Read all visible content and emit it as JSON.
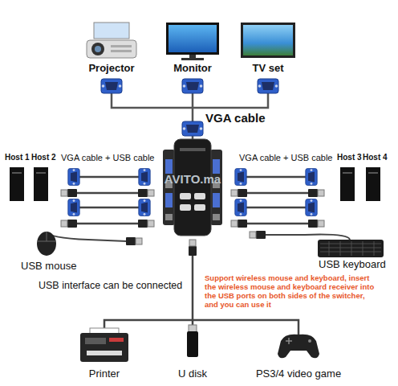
{
  "diagram": {
    "labels": [
      "Projector",
      "Monitor",
      "TV set",
      "VGA cable",
      "Host 1",
      "Host 2",
      "VGA cable + USB cable",
      "VGA cable + USB cable",
      "Host 3",
      "Host 4",
      "AVITO.ma",
      "USB mouse",
      "USB keyboard",
      "Support wireless mouse and keyboard, insert the wireless mouse and keyboard receiver into the USB ports on both sides of the switcher, and you can use it",
      "USB interface can be connected",
      "Printer",
      "U disk",
      "PS3/4 video game"
    ]
  }
}
